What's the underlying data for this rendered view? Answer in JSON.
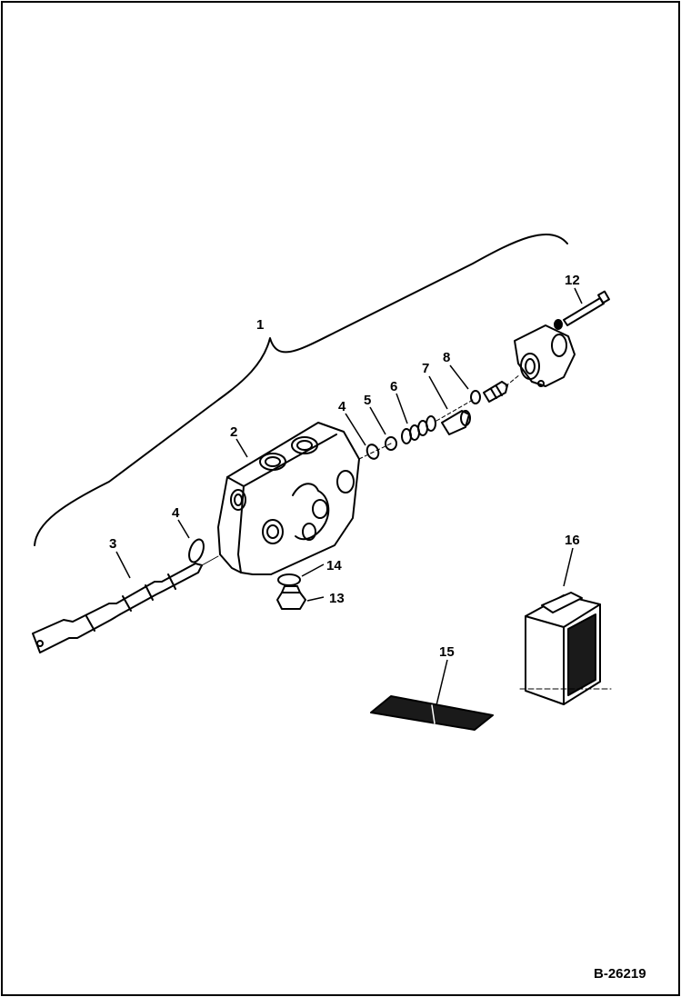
{
  "diagram": {
    "figure_code": "B-26219",
    "callouts": [
      {
        "id": "c1",
        "label": "1"
      },
      {
        "id": "c2",
        "label": "2"
      },
      {
        "id": "c3",
        "label": "3"
      },
      {
        "id": "c4a",
        "label": "4"
      },
      {
        "id": "c4b",
        "label": "4"
      },
      {
        "id": "c5",
        "label": "5"
      },
      {
        "id": "c6",
        "label": "6"
      },
      {
        "id": "c7",
        "label": "7"
      },
      {
        "id": "c8",
        "label": "8"
      },
      {
        "id": "c12",
        "label": "12"
      },
      {
        "id": "c13",
        "label": "13"
      },
      {
        "id": "c14",
        "label": "14"
      },
      {
        "id": "c15",
        "label": "15"
      },
      {
        "id": "c16",
        "label": "16"
      }
    ]
  }
}
